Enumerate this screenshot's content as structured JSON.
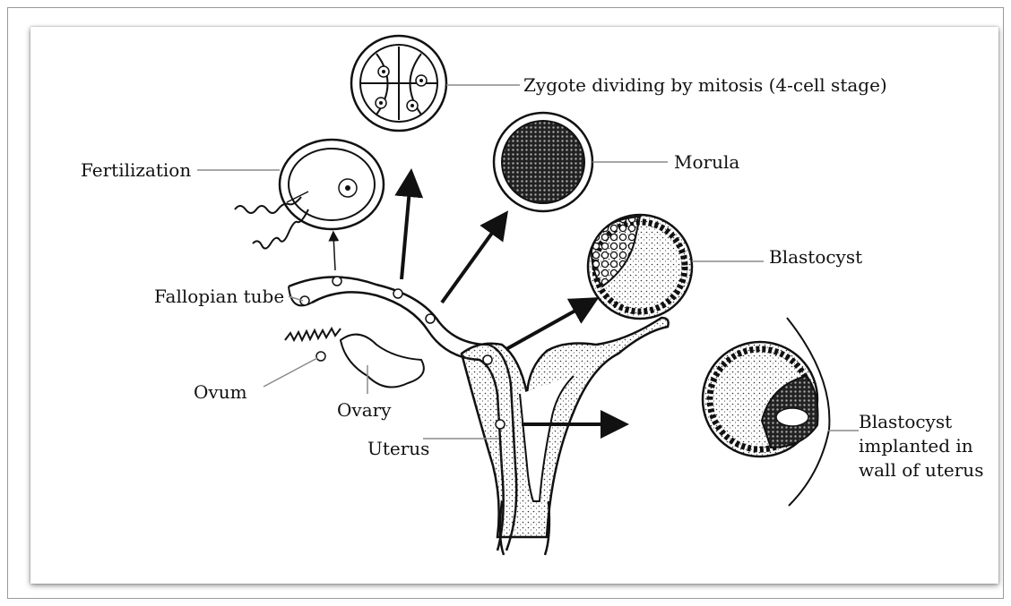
{
  "labels": {
    "zygote": "Zygote dividing by mitosis (4-cell stage)",
    "fertilization": "Fertilization",
    "morula": "Morula",
    "blastocyst": "Blastocyst",
    "fallopian_tube": "Fallopian tube",
    "ovum": "Ovum",
    "ovary": "Ovary",
    "uterus": "Uterus",
    "implanted_line1": "Blastocyst",
    "implanted_line2": "implanted in",
    "implanted_line3": "wall of uterus"
  },
  "colors": {
    "ink": "#111111",
    "leader_line": "#8a8a8a",
    "frame": "#9a9a9a"
  }
}
